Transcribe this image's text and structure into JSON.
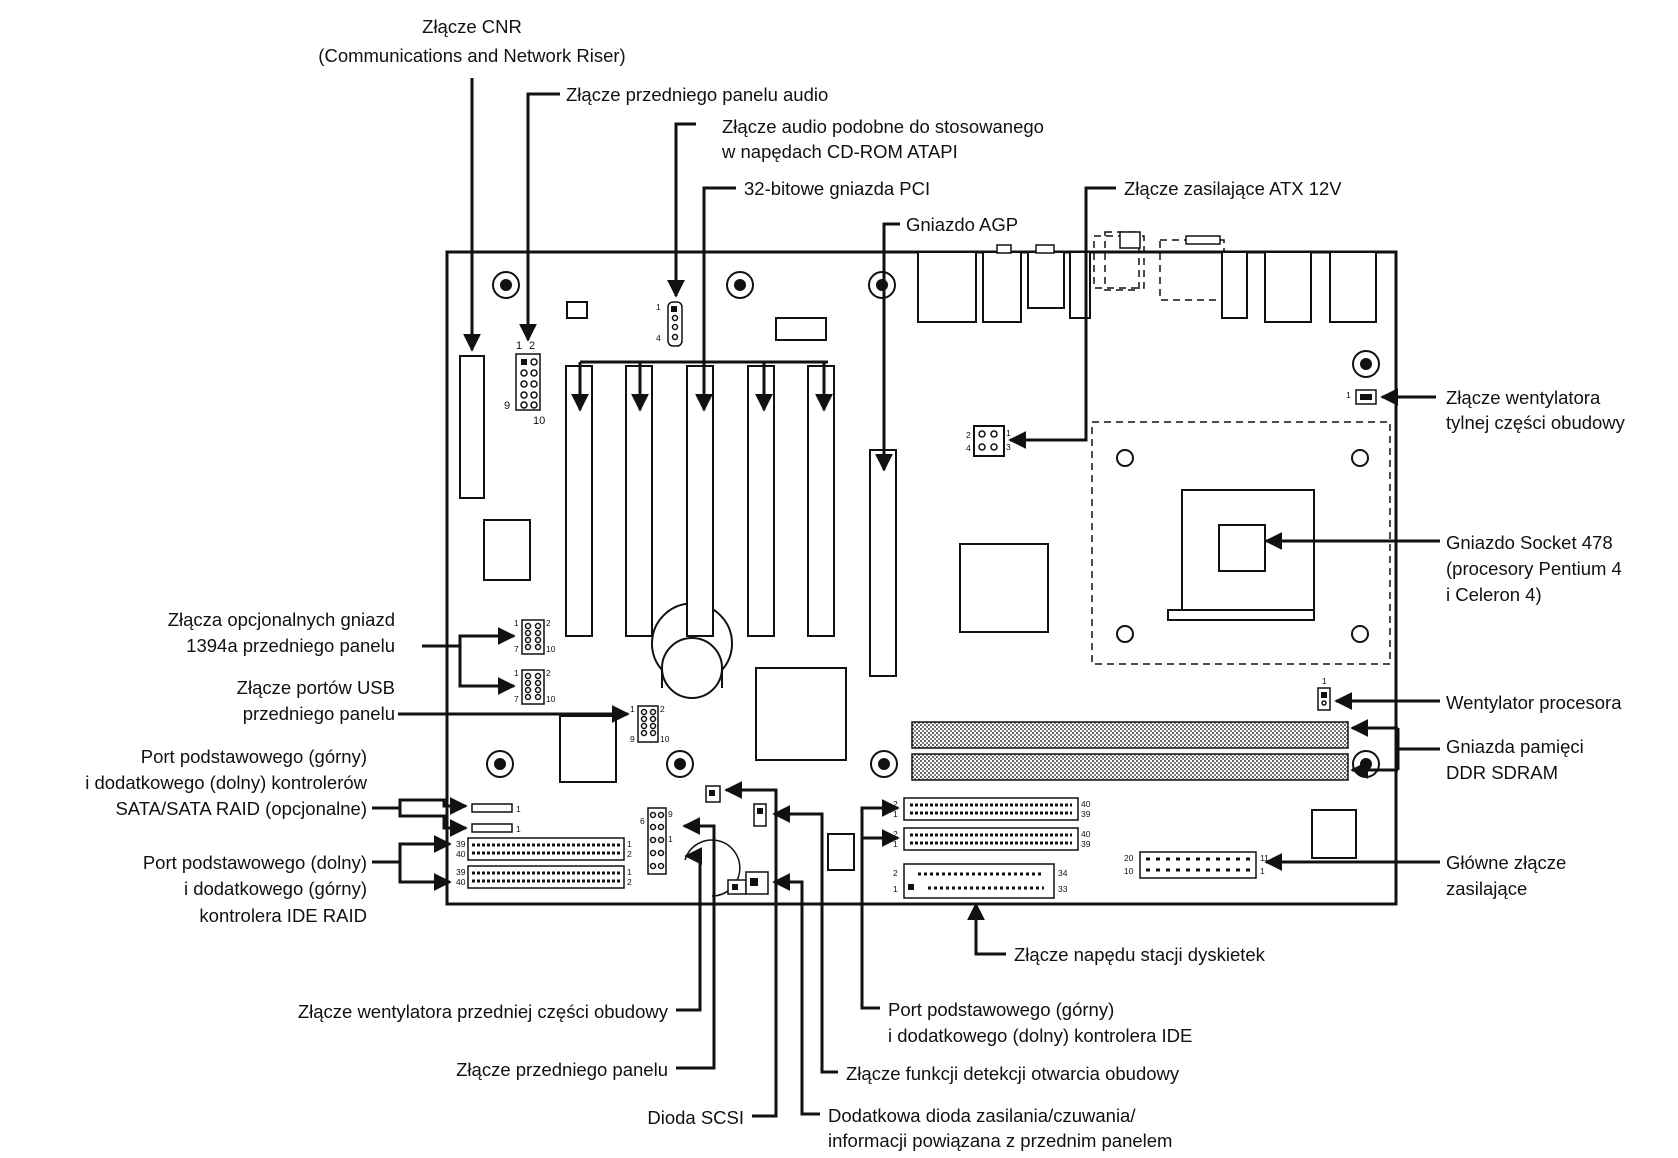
{
  "labels": {
    "cnr_line1": "Złącze CNR",
    "cnr_line2": "(Communications and Network Riser)",
    "front_audio": "Złącze przedniego panelu audio",
    "atapi_line1": "Złącze audio podobne do stosowanego",
    "atapi_line2": "w napędach CD-ROM ATAPI",
    "pci": "32-bitowe gniazda PCI",
    "agp": "Gniazdo AGP",
    "atx12v": "Złącze zasilające ATX 12V",
    "rear_fan_line1": "Złącze wentylatora",
    "rear_fan_line2": "tylnej części obudowy",
    "socket_line1": "Gniazdo Socket 478",
    "socket_line2": "(procesory Pentium 4",
    "socket_line3": "i Celeron 4)",
    "cpu_fan": "Wentylator procesora",
    "ddr_line1": "Gniazda pamięci",
    "ddr_line2": "DDR SDRAM",
    "main_power_line1": "Główne złącze",
    "main_power_line2": "zasilające",
    "ieee_line1": "Złącza opcjonalnych gniazd",
    "ieee_line2": "1394a przedniego panelu",
    "usb_line1": "Złącze portów USB",
    "usb_line2": "przedniego panelu",
    "sata_line1": "Port podstawowego (górny)",
    "sata_line2": "i dodatkowego (dolny) kontrolerów",
    "sata_line3": "SATA/SATA RAID (opcjonalne)",
    "ideraid_line1": "Port podstawowego (dolny)",
    "ideraid_line2": "i dodatkowego (górny)",
    "ideraid_line3": "kontrolera IDE RAID",
    "floppy": "Złącze napędu stacji dyskietek",
    "front_fan": "Złącze wentylatora przedniej części obudowy",
    "front_panel": "Złącze przedniego panelu",
    "scsi_led": "Dioda SCSI",
    "ide_line1": "Port podstawowego (górny)",
    "ide_line2": "i dodatkowego (dolny) kontrolera IDE",
    "intrusion": "Złącze funkcji detekcji otwarcia obudowy",
    "standby_line1": "Dodatkowa dioda zasilania/czuwania/",
    "standby_line2": "informacji powiązana z przednim panelem"
  },
  "pins": {
    "audio_1": "1",
    "audio_4": "4",
    "fa_1": "1",
    "fa_2": "2",
    "fa_9": "9",
    "fa_10": "10",
    "atx_2": "2",
    "atx_4": "4",
    "atx_1": "1",
    "atx_3": "3",
    "rearfan_1": "1",
    "cpufan_1": "1",
    "ieee1_1": "1",
    "ieee1_2": "2",
    "ieee1_7": "7",
    "ieee1_10": "10",
    "ieee2_1": "1",
    "ieee2_2": "2",
    "ieee2_7": "7",
    "ieee2_10": "10",
    "usb_1": "1",
    "usb_2": "2",
    "usb_9": "9",
    "usb_10": "10",
    "sata1_1": "1",
    "sata2_1": "1",
    "ideraid1_39": "39",
    "ideraid1_40": "40",
    "ideraid1_1": "1",
    "ideraid1_2": "2",
    "ideraid2_39": "39",
    "ideraid2_40": "40",
    "ideraid2_1": "1",
    "ideraid2_2": "2",
    "fp_9": "9",
    "fp_1": "1",
    "fp_6": "6",
    "ide1_2": "2",
    "ide1_1": "1",
    "ide1_40": "40",
    "ide1_39": "39",
    "ide2_2": "2",
    "ide2_1": "1",
    "ide2_40": "40",
    "ide2_39": "39",
    "fdd_2": "2",
    "fdd_1": "1",
    "fdd_34": "34",
    "fdd_33": "33",
    "mp_20": "20",
    "mp_10": "10",
    "mp_11": "11",
    "mp_1": "1"
  }
}
